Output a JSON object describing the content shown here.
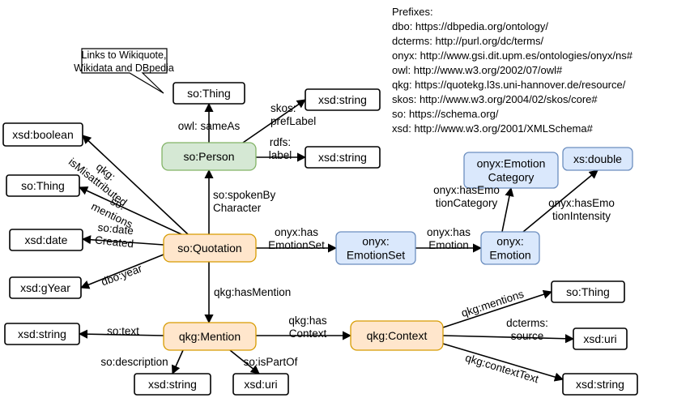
{
  "prefixes": {
    "title": "Prefixes:",
    "lines": [
      "dbo: https://dbpedia.org/ontology/",
      "dcterms: http://purl.org/dc/terms/",
      "onyx: http://www.gsi.dit.upm.es/ontologies/onyx/ns#",
      "owl: http://www.w3.org/2002/07/owl#",
      "qkg: https://quotekg.l3s.uni-hannover.de/resource/",
      "skos: http://www.w3.org/2004/02/skos/core#",
      "so: https://schema.org/",
      "xsd: http://www.w3.org/2001/XMLSchema#"
    ]
  },
  "callout": {
    "lines": [
      "Links to Wikiquote,",
      "Wikidata and DBpedia"
    ]
  },
  "colors": {
    "person_fill": "#d5e8d4",
    "person_stroke": "#82b366",
    "core_fill": "#ffe6cc",
    "core_stroke": "#d79b00",
    "emotion_fill": "#dae8fc",
    "emotion_stroke": "#6c8ebf",
    "literal_fill": "#ffffff",
    "literal_stroke": "#000000"
  },
  "nodes": [
    {
      "id": "thing_top",
      "lines": [
        "so:Thing"
      ],
      "style": "literal"
    },
    {
      "id": "xsd_string_pref",
      "lines": [
        "xsd:string"
      ],
      "style": "literal"
    },
    {
      "id": "person",
      "lines": [
        "so:Person"
      ],
      "style": "person"
    },
    {
      "id": "xsd_string_label",
      "lines": [
        "xsd:string"
      ],
      "style": "literal"
    },
    {
      "id": "xsd_boolean",
      "lines": [
        "xsd:boolean"
      ],
      "style": "literal"
    },
    {
      "id": "thing_left",
      "lines": [
        "so:Thing"
      ],
      "style": "literal"
    },
    {
      "id": "xsd_date",
      "lines": [
        "xsd:date"
      ],
      "style": "literal"
    },
    {
      "id": "quotation",
      "lines": [
        "so:Quotation"
      ],
      "style": "core"
    },
    {
      "id": "xsd_gyear",
      "lines": [
        "xsd:gYear"
      ],
      "style": "literal"
    },
    {
      "id": "emotion_set",
      "lines": [
        "onyx:",
        "EmotionSet"
      ],
      "style": "emotion"
    },
    {
      "id": "emotion",
      "lines": [
        "onyx:",
        "Emotion"
      ],
      "style": "emotion"
    },
    {
      "id": "emotion_category",
      "lines": [
        "onyx:Emotion",
        "Category"
      ],
      "style": "emotion"
    },
    {
      "id": "xs_double",
      "lines": [
        "xs:double"
      ],
      "style": "emotion"
    },
    {
      "id": "mention",
      "lines": [
        "qkg:Mention"
      ],
      "style": "core"
    },
    {
      "id": "xsd_string_text",
      "lines": [
        "xsd:string"
      ],
      "style": "literal"
    },
    {
      "id": "xsd_string_desc",
      "lines": [
        "xsd:string"
      ],
      "style": "literal"
    },
    {
      "id": "xsd_uri_part",
      "lines": [
        "xsd:uri"
      ],
      "style": "literal"
    },
    {
      "id": "context",
      "lines": [
        "qkg:Context"
      ],
      "style": "core"
    },
    {
      "id": "thing_right",
      "lines": [
        "so:Thing"
      ],
      "style": "literal"
    },
    {
      "id": "xsd_uri_source",
      "lines": [
        "xsd:uri"
      ],
      "style": "literal"
    },
    {
      "id": "xsd_string_ctx",
      "lines": [
        "xsd:string"
      ],
      "style": "literal"
    }
  ],
  "edges": [
    {
      "id": "same_as",
      "from": "person",
      "to": "thing_top",
      "lines": [
        "owl: sameAs"
      ]
    },
    {
      "id": "pref_label",
      "from": "person",
      "to": "xsd_string_pref",
      "lines": [
        "skos:",
        "prefLabel"
      ]
    },
    {
      "id": "rdfs_label",
      "from": "person",
      "to": "xsd_string_label",
      "lines": [
        "rdfs:",
        "label"
      ]
    },
    {
      "id": "spoken_by",
      "from": "quotation",
      "to": "person",
      "lines": [
        "so:spokenBy",
        "Character"
      ]
    },
    {
      "id": "misattributed",
      "from": "quotation",
      "to": "xsd_boolean",
      "lines": [
        "qkg:",
        "isMisattributed"
      ]
    },
    {
      "id": "so_mentions",
      "from": "quotation",
      "to": "thing_left",
      "lines": [
        "so:",
        "mentions"
      ]
    },
    {
      "id": "date_created",
      "from": "quotation",
      "to": "xsd_date",
      "lines": [
        "so:date",
        "Created"
      ]
    },
    {
      "id": "dbo_year",
      "from": "quotation",
      "to": "xsd_gyear",
      "lines": [
        "dbo:year"
      ]
    },
    {
      "id": "has_emotion_set",
      "from": "quotation",
      "to": "emotion_set",
      "lines": [
        "onyx:has",
        "EmotionSet"
      ]
    },
    {
      "id": "has_emotion",
      "from": "emotion_set",
      "to": "emotion",
      "lines": [
        "onyx:has",
        "Emotion"
      ]
    },
    {
      "id": "has_emotion_category",
      "from": "emotion",
      "to": "emotion_category",
      "lines": [
        "onyx:hasEmo",
        "tionCategory"
      ]
    },
    {
      "id": "has_emotion_intensity",
      "from": "emotion",
      "to": "xs_double",
      "lines": [
        "onyx:hasEmo",
        "tionIntensity"
      ]
    },
    {
      "id": "has_mention",
      "from": "quotation",
      "to": "mention",
      "lines": [
        "qkg:hasMention"
      ]
    },
    {
      "id": "so_text",
      "from": "mention",
      "to": "xsd_string_text",
      "lines": [
        "so:text"
      ]
    },
    {
      "id": "so_description",
      "from": "mention",
      "to": "xsd_string_desc",
      "lines": [
        "so:description"
      ]
    },
    {
      "id": "is_part_of",
      "from": "mention",
      "to": "xsd_uri_part",
      "lines": [
        "so:isPartOf"
      ]
    },
    {
      "id": "has_context",
      "from": "mention",
      "to": "context",
      "lines": [
        "qkg:has",
        "Context"
      ]
    },
    {
      "id": "qkg_mentions",
      "from": "context",
      "to": "thing_right",
      "lines": [
        "qkg:mentions"
      ]
    },
    {
      "id": "dcterms_source",
      "from": "context",
      "to": "xsd_uri_source",
      "lines": [
        "dcterms:",
        "source"
      ]
    },
    {
      "id": "context_text",
      "from": "context",
      "to": "xsd_string_ctx",
      "lines": [
        "qkg:contextText"
      ]
    }
  ]
}
